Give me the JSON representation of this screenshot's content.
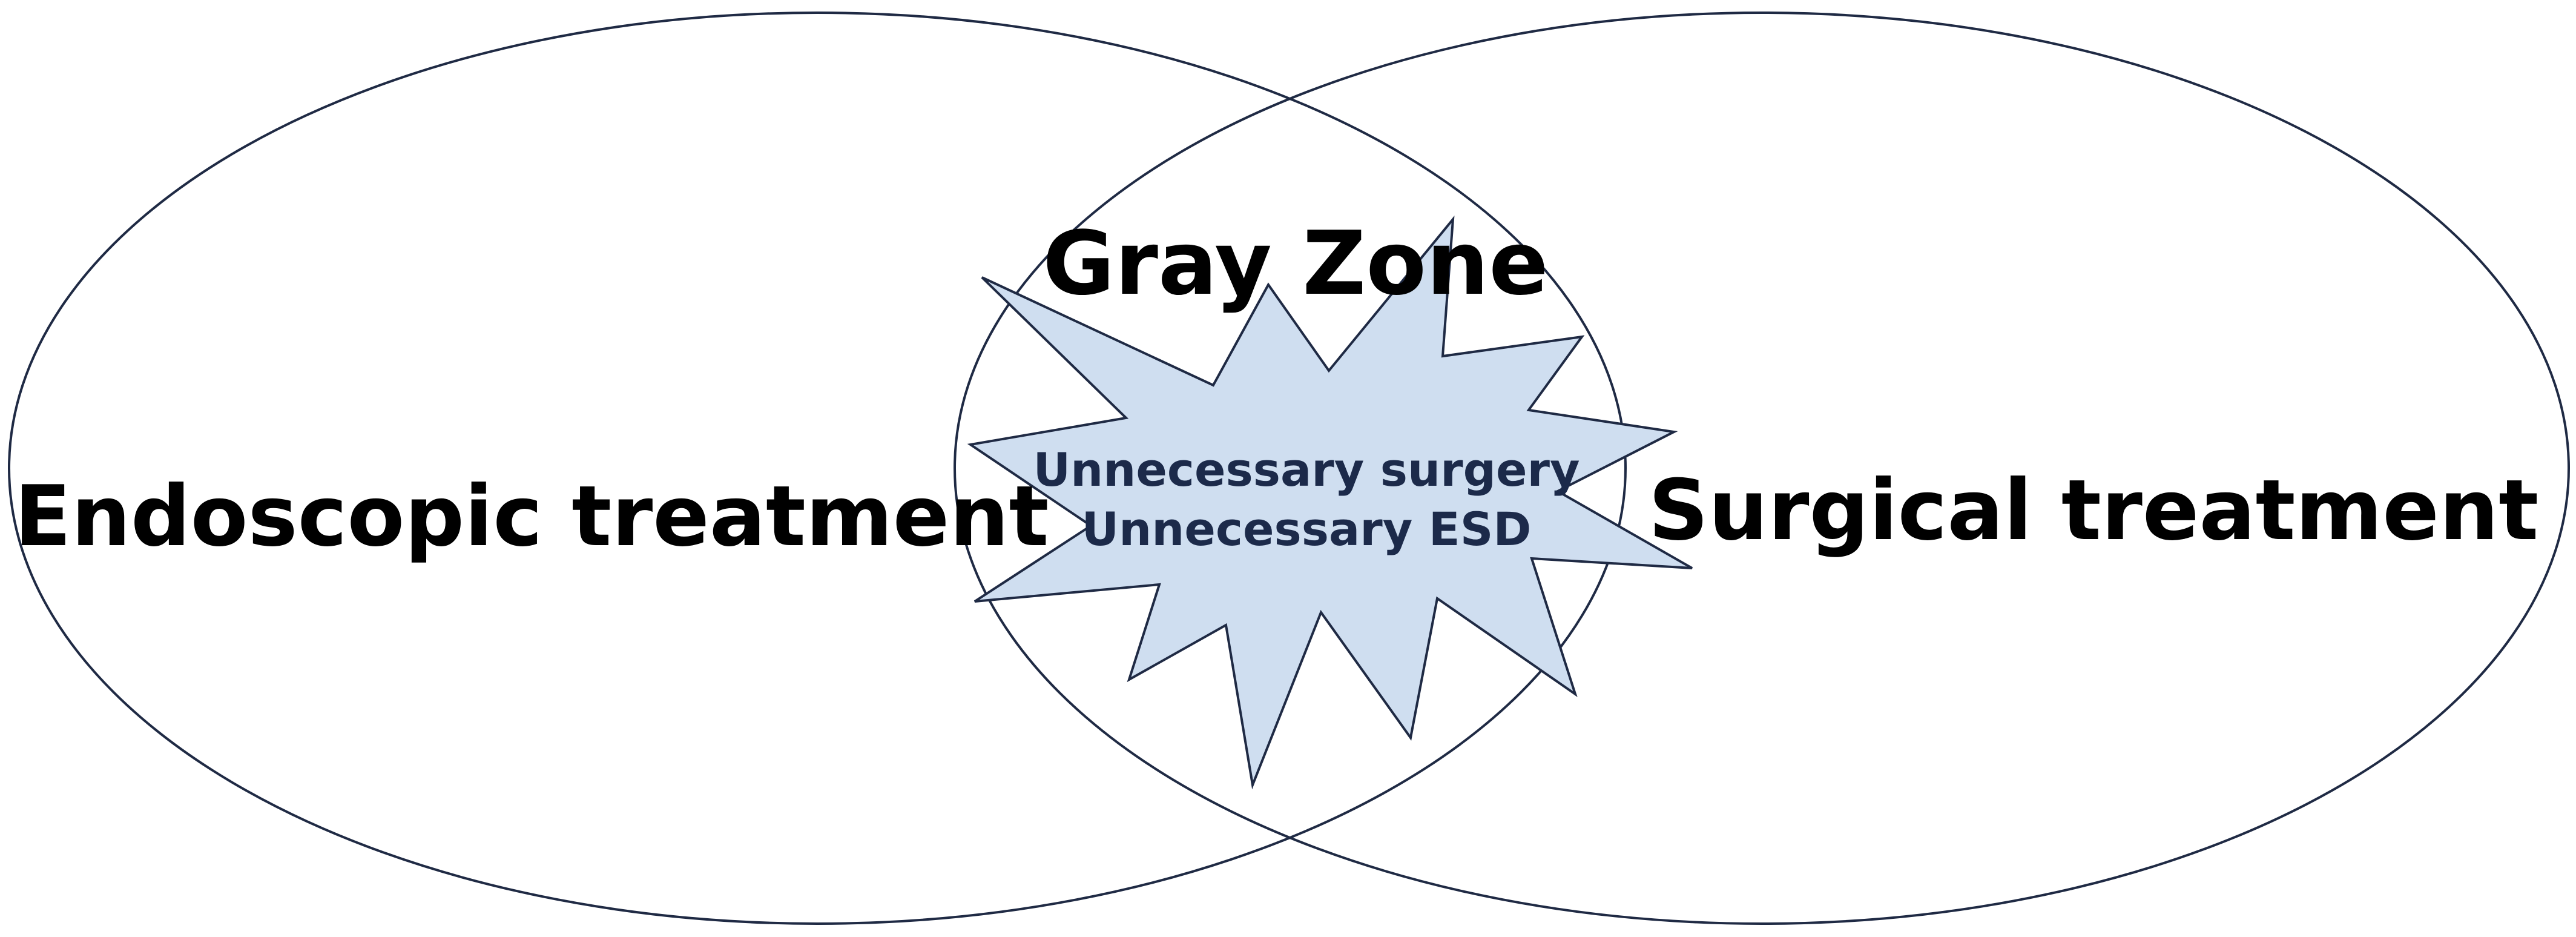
{
  "diagram": {
    "left_set_label": "Endoscopic treatment",
    "right_set_label": "Surgical treatment",
    "overlap_label": "Gray Zone",
    "burst_lines": [
      "Unnecessary surgery",
      "Unnecessary ESD"
    ]
  },
  "colors": {
    "outline": "#1f2a44",
    "burst_fill": "#cfdef0",
    "burst_text": "#1c2a4a"
  }
}
